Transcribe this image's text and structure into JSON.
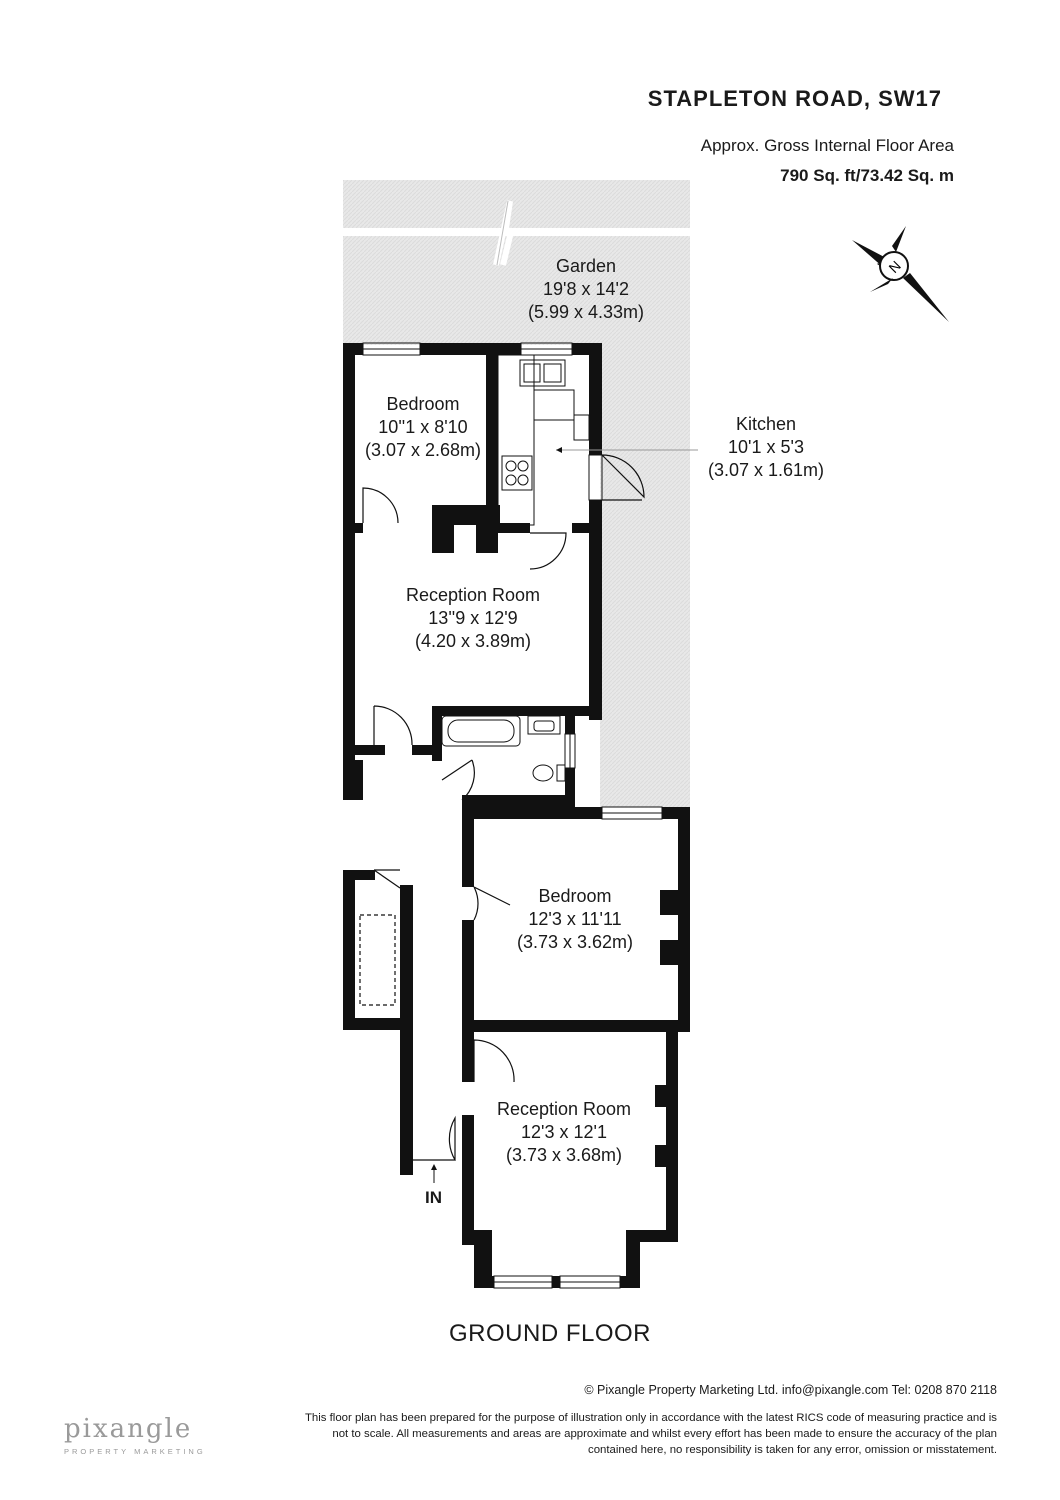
{
  "header": {
    "title": "STAPLETON ROAD, SW17",
    "area_label": "Approx. Gross Internal Floor Area",
    "area_value": "790 Sq. ft/73.42 Sq. m"
  },
  "rooms": {
    "garden": {
      "name": "Garden",
      "imperial": "19'8 x 14'2",
      "metric": "(5.99 x 4.33m)"
    },
    "bedroom_rear": {
      "name": "Bedroom",
      "imperial": "10''1 x 8'10",
      "metric": "(3.07 x 2.68m)"
    },
    "kitchen": {
      "name": "Kitchen",
      "imperial": "10'1 x 5'3",
      "metric": "(3.07 x 1.61m)"
    },
    "reception_rear": {
      "name": "Reception Room",
      "imperial": "13''9 x 12'9",
      "metric": "(4.20 x 3.89m)"
    },
    "bedroom_middle": {
      "name": "Bedroom",
      "imperial": "12'3 x 11'11",
      "metric": "(3.73 x 3.62m)"
    },
    "reception_front": {
      "name": "Reception Room",
      "imperial": "12'3 x 12'1",
      "metric": "(3.73 x 3.68m)"
    }
  },
  "entrance_label": "IN",
  "floor_label": "GROUND FLOOR",
  "compass": {
    "letter": "N",
    "icon": "compass-north-icon"
  },
  "footer": {
    "copyright": "© Pixangle Property Marketing Ltd. info@pixangle.com Tel: 0208 870 2118",
    "disclaimer_line1": "This floor plan has been prepared for the purpose of illustration only in accordance with the latest RICS code of measuring practice and is",
    "disclaimer_line2": "not to scale. All measurements and areas are approximate and whilst every effort has been made to ensure the accuracy of the plan",
    "disclaimer_line3": "contained here, no responsibility is taken for any error, omission or misstatement.",
    "logo_main": "pixangle",
    "logo_sub": "PROPERTY MARKETING"
  },
  "colors": {
    "wall": "#111111",
    "garden_fill": "#e6e6e6",
    "text": "#1a1a1a",
    "logo": "#9a9a9a"
  }
}
